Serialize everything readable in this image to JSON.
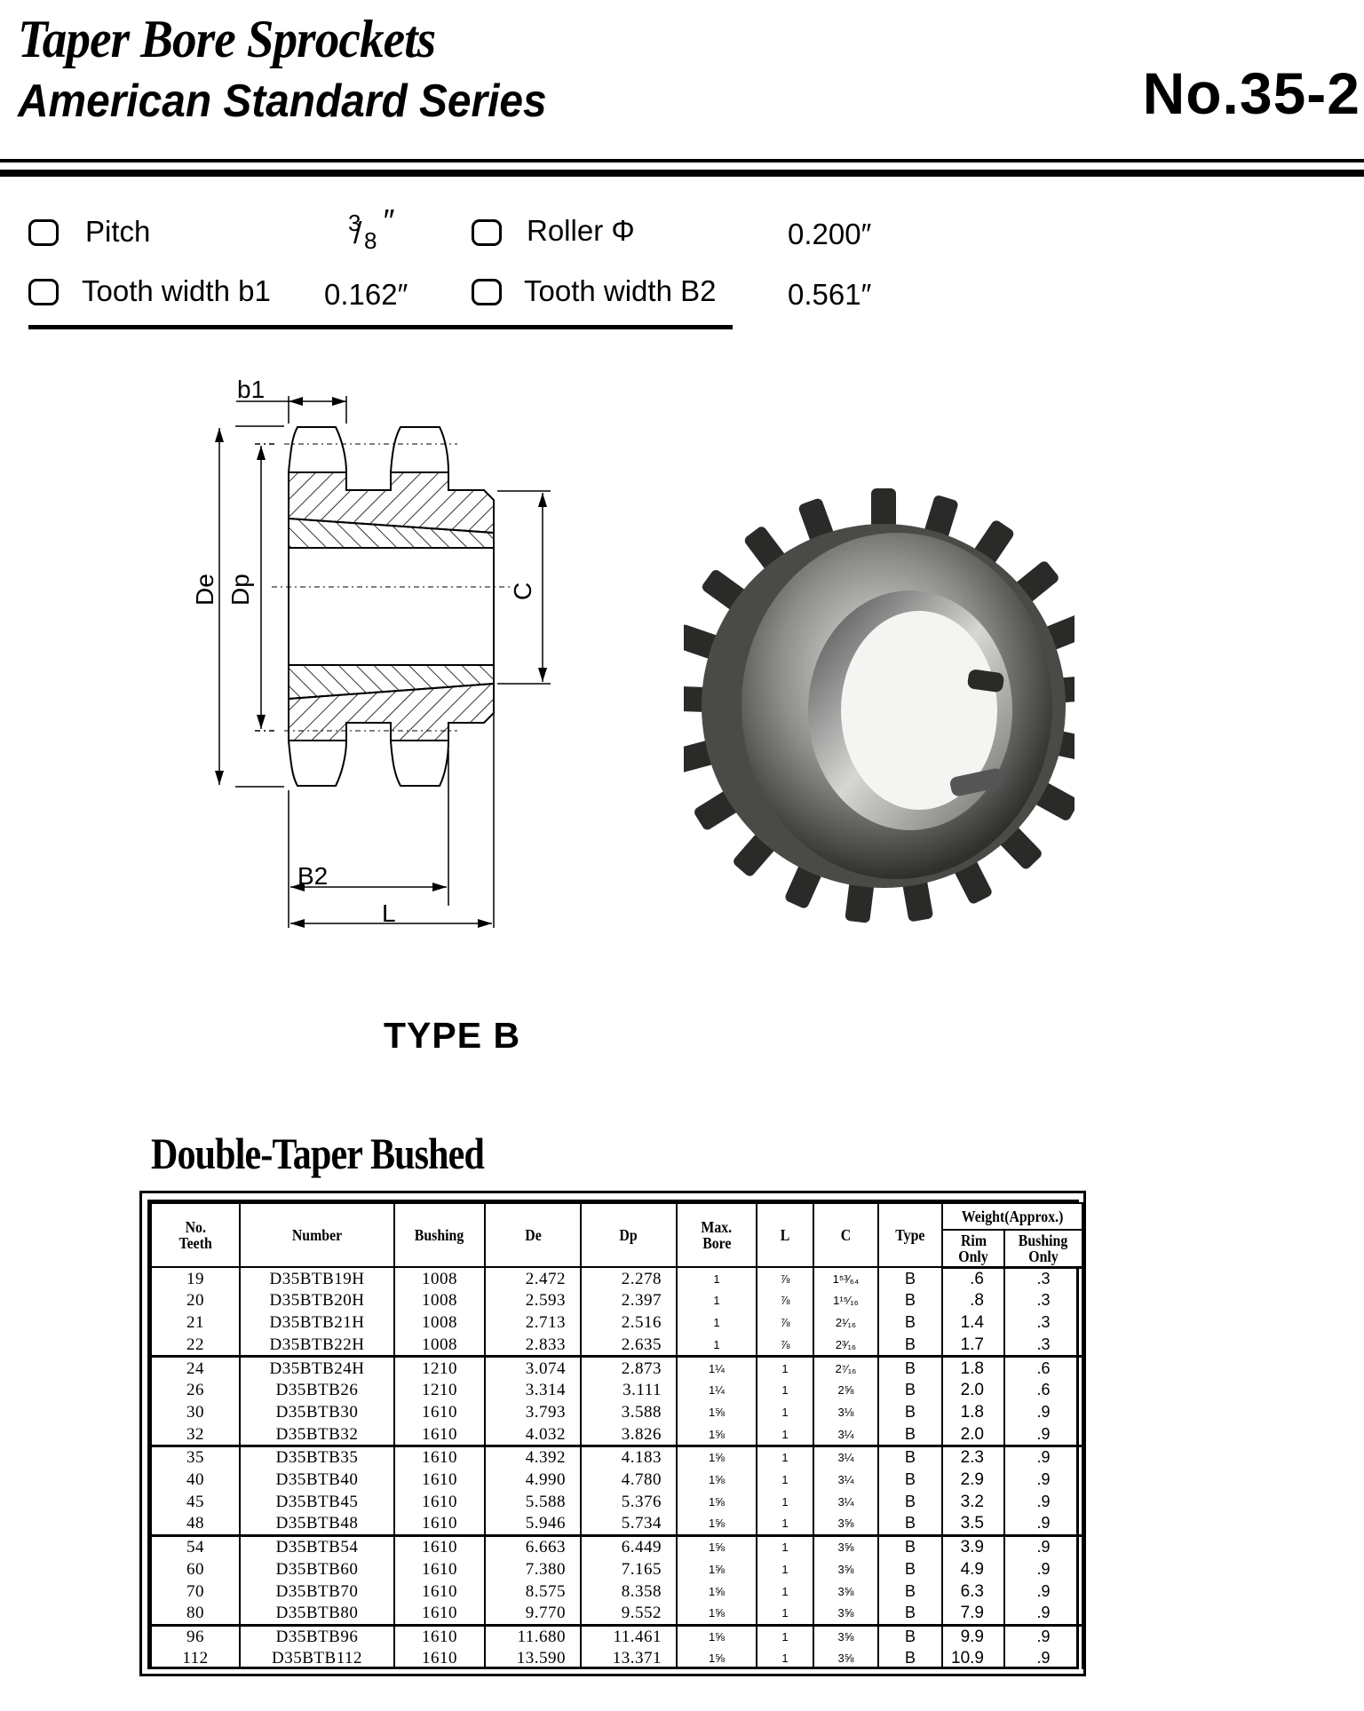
{
  "header": {
    "title_line1": "Taper Bore Sprockets",
    "title_line2": "American Standard Series",
    "model_number": "No.35-2"
  },
  "specs": [
    {
      "label": "Pitch",
      "value_num": "3",
      "value_den": "8",
      "unit": "″"
    },
    {
      "label": "Roller Φ",
      "value": "0.200″"
    },
    {
      "label": "Tooth width b1",
      "value": "0.162″"
    },
    {
      "label": "Tooth width B2",
      "value": "0.561″"
    }
  ],
  "diagram": {
    "labels": {
      "b1": "b1",
      "De": "De",
      "Dp": "Dp",
      "C": "C",
      "B2": "B2",
      "L": "L"
    },
    "type_label": "TYPE B"
  },
  "photo": {
    "alt": "Double strand taper bore sprocket photo"
  },
  "table": {
    "title": "Double-Taper Bushed",
    "headers": {
      "teeth": "No. Teeth",
      "teeth_l1": "No.",
      "teeth_l2": "Teeth",
      "number": "Number",
      "bushing": "Bushing",
      "de": "De",
      "dp": "Dp",
      "maxbore_l1": "Max.",
      "maxbore_l2": "Bore",
      "l": "L",
      "c": "C",
      "type": "Type",
      "weight": "Weight(Approx.)",
      "rim_l1": "Rim",
      "rim_l2": "Only",
      "bush_l1": "Bushing",
      "bush_l2": "Only"
    },
    "rows": [
      {
        "teeth": "19",
        "number": "D35BTB19H",
        "bushing": "1008",
        "de": "2.472",
        "dp": "2.278",
        "max_bore": "1",
        "l": "⅞",
        "c": "1⁵³⁄₆₄",
        "type": "B",
        "rim": ".6",
        "bush": ".3"
      },
      {
        "teeth": "20",
        "number": "D35BTB20H",
        "bushing": "1008",
        "de": "2.593",
        "dp": "2.397",
        "max_bore": "1",
        "l": "⅞",
        "c": "1¹⁵⁄₁₆",
        "type": "B",
        "rim": ".8",
        "bush": ".3"
      },
      {
        "teeth": "21",
        "number": "D35BTB21H",
        "bushing": "1008",
        "de": "2.713",
        "dp": "2.516",
        "max_bore": "1",
        "l": "⅞",
        "c": "2¹⁄₁₆",
        "type": "B",
        "rim": "1.4",
        "bush": ".3"
      },
      {
        "teeth": "22",
        "number": "D35BTB22H",
        "bushing": "1008",
        "de": "2.833",
        "dp": "2.635",
        "max_bore": "1",
        "l": "⅞",
        "c": "2³⁄₁₆",
        "type": "B",
        "rim": "1.7",
        "bush": ".3"
      },
      {
        "teeth": "24",
        "number": "D35BTB24H",
        "bushing": "1210",
        "de": "3.074",
        "dp": "2.873",
        "max_bore": "1¼",
        "l": "1",
        "c": "2⁷⁄₁₆",
        "type": "B",
        "rim": "1.8",
        "bush": ".6"
      },
      {
        "teeth": "26",
        "number": "D35BTB26",
        "bushing": "1210",
        "de": "3.314",
        "dp": "3.111",
        "max_bore": "1¼",
        "l": "1",
        "c": "2⅝",
        "type": "B",
        "rim": "2.0",
        "bush": ".6"
      },
      {
        "teeth": "30",
        "number": "D35BTB30",
        "bushing": "1610",
        "de": "3.793",
        "dp": "3.588",
        "max_bore": "1⅝",
        "l": "1",
        "c": "3⅛",
        "type": "B",
        "rim": "1.8",
        "bush": ".9"
      },
      {
        "teeth": "32",
        "number": "D35BTB32",
        "bushing": "1610",
        "de": "4.032",
        "dp": "3.826",
        "max_bore": "1⅝",
        "l": "1",
        "c": "3¼",
        "type": "B",
        "rim": "2.0",
        "bush": ".9"
      },
      {
        "teeth": "35",
        "number": "D35BTB35",
        "bushing": "1610",
        "de": "4.392",
        "dp": "4.183",
        "max_bore": "1⅝",
        "l": "1",
        "c": "3¼",
        "type": "B",
        "rim": "2.3",
        "bush": ".9"
      },
      {
        "teeth": "40",
        "number": "D35BTB40",
        "bushing": "1610",
        "de": "4.990",
        "dp": "4.780",
        "max_bore": "1⅝",
        "l": "1",
        "c": "3¼",
        "type": "B",
        "rim": "2.9",
        "bush": ".9"
      },
      {
        "teeth": "45",
        "number": "D35BTB45",
        "bushing": "1610",
        "de": "5.588",
        "dp": "5.376",
        "max_bore": "1⅝",
        "l": "1",
        "c": "3¼",
        "type": "B",
        "rim": "3.2",
        "bush": ".9"
      },
      {
        "teeth": "48",
        "number": "D35BTB48",
        "bushing": "1610",
        "de": "5.946",
        "dp": "5.734",
        "max_bore": "1⅝",
        "l": "1",
        "c": "3⅝",
        "type": "B",
        "rim": "3.5",
        "bush": ".9"
      },
      {
        "teeth": "54",
        "number": "D35BTB54",
        "bushing": "1610",
        "de": "6.663",
        "dp": "6.449",
        "max_bore": "1⅝",
        "l": "1",
        "c": "3⅝",
        "type": "B",
        "rim": "3.9",
        "bush": ".9"
      },
      {
        "teeth": "60",
        "number": "D35BTB60",
        "bushing": "1610",
        "de": "7.380",
        "dp": "7.165",
        "max_bore": "1⅝",
        "l": "1",
        "c": "3⅝",
        "type": "B",
        "rim": "4.9",
        "bush": ".9"
      },
      {
        "teeth": "70",
        "number": "D35BTB70",
        "bushing": "1610",
        "de": "8.575",
        "dp": "8.358",
        "max_bore": "1⅝",
        "l": "1",
        "c": "3⅝",
        "type": "B",
        "rim": "6.3",
        "bush": ".9"
      },
      {
        "teeth": "80",
        "number": "D35BTB80",
        "bushing": "1610",
        "de": "9.770",
        "dp": "9.552",
        "max_bore": "1⅝",
        "l": "1",
        "c": "3⅝",
        "type": "B",
        "rim": "7.9",
        "bush": ".9"
      },
      {
        "teeth": "96",
        "number": "D35BTB96",
        "bushing": "1610",
        "de": "11.680",
        "dp": "11.461",
        "max_bore": "1⅝",
        "l": "1",
        "c": "3⅝",
        "type": "B",
        "rim": "9.9",
        "bush": ".9"
      },
      {
        "teeth": "112",
        "number": "D35BTB112",
        "bushing": "1610",
        "de": "13.590",
        "dp": "13.371",
        "max_bore": "1⅝",
        "l": "1",
        "c": "3⅝",
        "type": "B",
        "rim": "10.9",
        "bush": ".9"
      }
    ]
  }
}
